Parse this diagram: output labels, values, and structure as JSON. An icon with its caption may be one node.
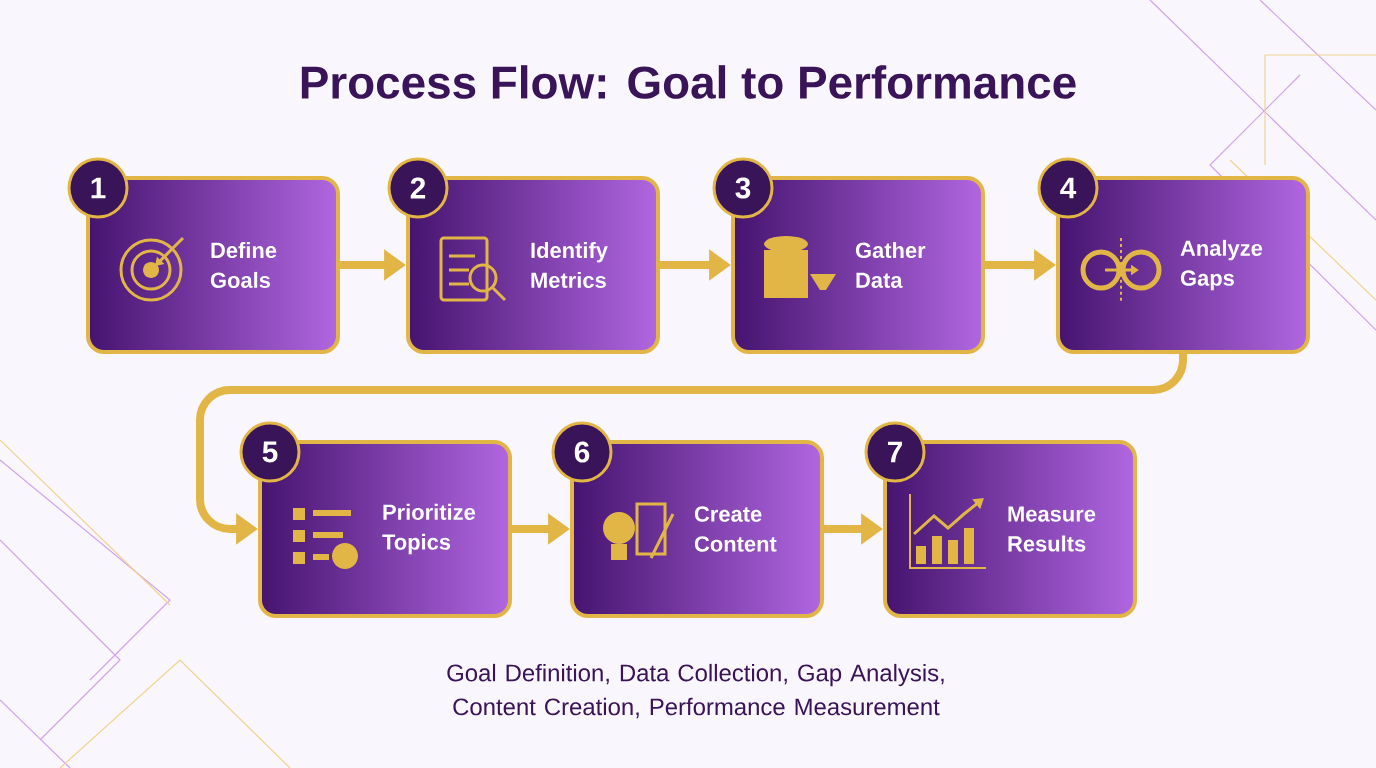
{
  "diagram": {
    "title": "Process Flow: Goal to Performance",
    "caption": "Goal Definition, Data Collection, Gap Analysis, Content Creation, Performance Measurement",
    "nodes": [
      {
        "text": [
          "1",
          "Define Goals"
        ]
      },
      {
        "text": [
          "2",
          "Identify Metrics"
        ]
      },
      {
        "text": [
          "3",
          "Gather Data"
        ]
      },
      {
        "text": [
          "4",
          "Analyze Gaps"
        ]
      },
      {
        "text": [
          "5",
          "Prioritize Topics"
        ]
      },
      {
        "text": [
          "6",
          "Create Content"
        ]
      },
      {
        "text": [
          "7",
          "Measure Results"
        ]
      }
    ],
    "edges": [
      {
        "from": 0,
        "to": 1,
        "arrow": "to"
      },
      {
        "from": 1,
        "to": 2,
        "arrow": "to"
      },
      {
        "from": 2,
        "to": 3,
        "arrow": "to"
      },
      {
        "from": 3,
        "to": 4,
        "arrow": "to"
      },
      {
        "from": 4,
        "to": 5,
        "arrow": "to"
      },
      {
        "from": 5,
        "to": 6,
        "arrow": "to"
      }
    ]
  }
}
